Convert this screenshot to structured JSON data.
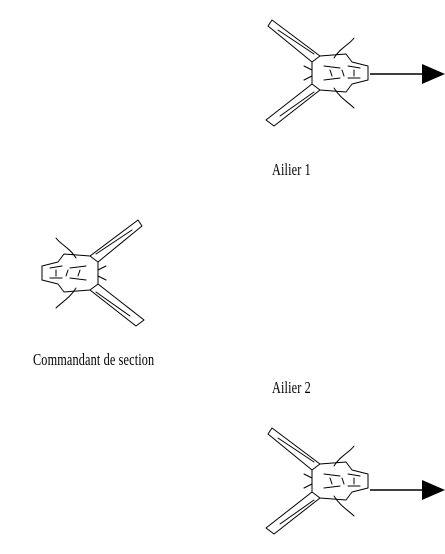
{
  "formation": {
    "wingman_1": {
      "label": "Ailier 1",
      "facing": "right",
      "has_arrow": true
    },
    "section_leader": {
      "label": "Commandant de section",
      "facing": "left",
      "has_arrow": false
    },
    "wingman_2": {
      "label": "Ailier 2",
      "facing": "right",
      "has_arrow": true
    }
  },
  "colors": {
    "stroke": "#000000",
    "background": "#ffffff"
  }
}
